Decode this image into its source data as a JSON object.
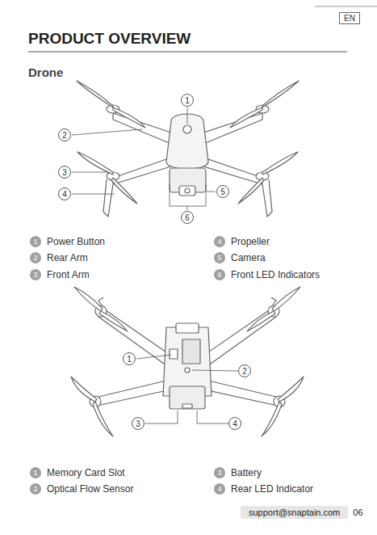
{
  "diagram": {
    "title": "PRODUCT OVERVIEW",
    "nodes": [
      {
        "text": [
          "EN"
        ]
      },
      {
        "text": [
          "1"
        ]
      },
      {
        "text": [
          "2"
        ]
      },
      {
        "text": [
          "3"
        ]
      },
      {
        "text": [
          "4"
        ]
      },
      {
        "text": [
          "5"
        ]
      },
      {
        "text": [
          "6"
        ]
      },
      {
        "text": [
          "1"
        ]
      },
      {
        "text": [
          "2"
        ]
      },
      {
        "text": [
          "3"
        ]
      },
      {
        "text": [
          "4"
        ]
      },
      {
        "text": [
          "5"
        ]
      },
      {
        "text": [
          "6"
        ]
      },
      {
        "text": [
          "1"
        ]
      },
      {
        "text": [
          "2"
        ]
      },
      {
        "text": [
          "3"
        ]
      },
      {
        "text": [
          "4"
        ]
      },
      {
        "text": [
          "1"
        ]
      },
      {
        "text": [
          "2"
        ]
      },
      {
        "text": [
          "3"
        ]
      },
      {
        "text": [
          "4"
        ]
      },
      {
        "text": [
          "support@snaptain.com"
        ]
      }
    ],
    "labels": [
      "Drone",
      "Power Button",
      "Rear Arm",
      "Front Arm",
      "Propeller",
      "Camera",
      "Front LED Indicators",
      "Memory Card Slot",
      "Optical Flow Sensor",
      "Battery",
      "Rear LED Indicator",
      "06"
    ]
  }
}
